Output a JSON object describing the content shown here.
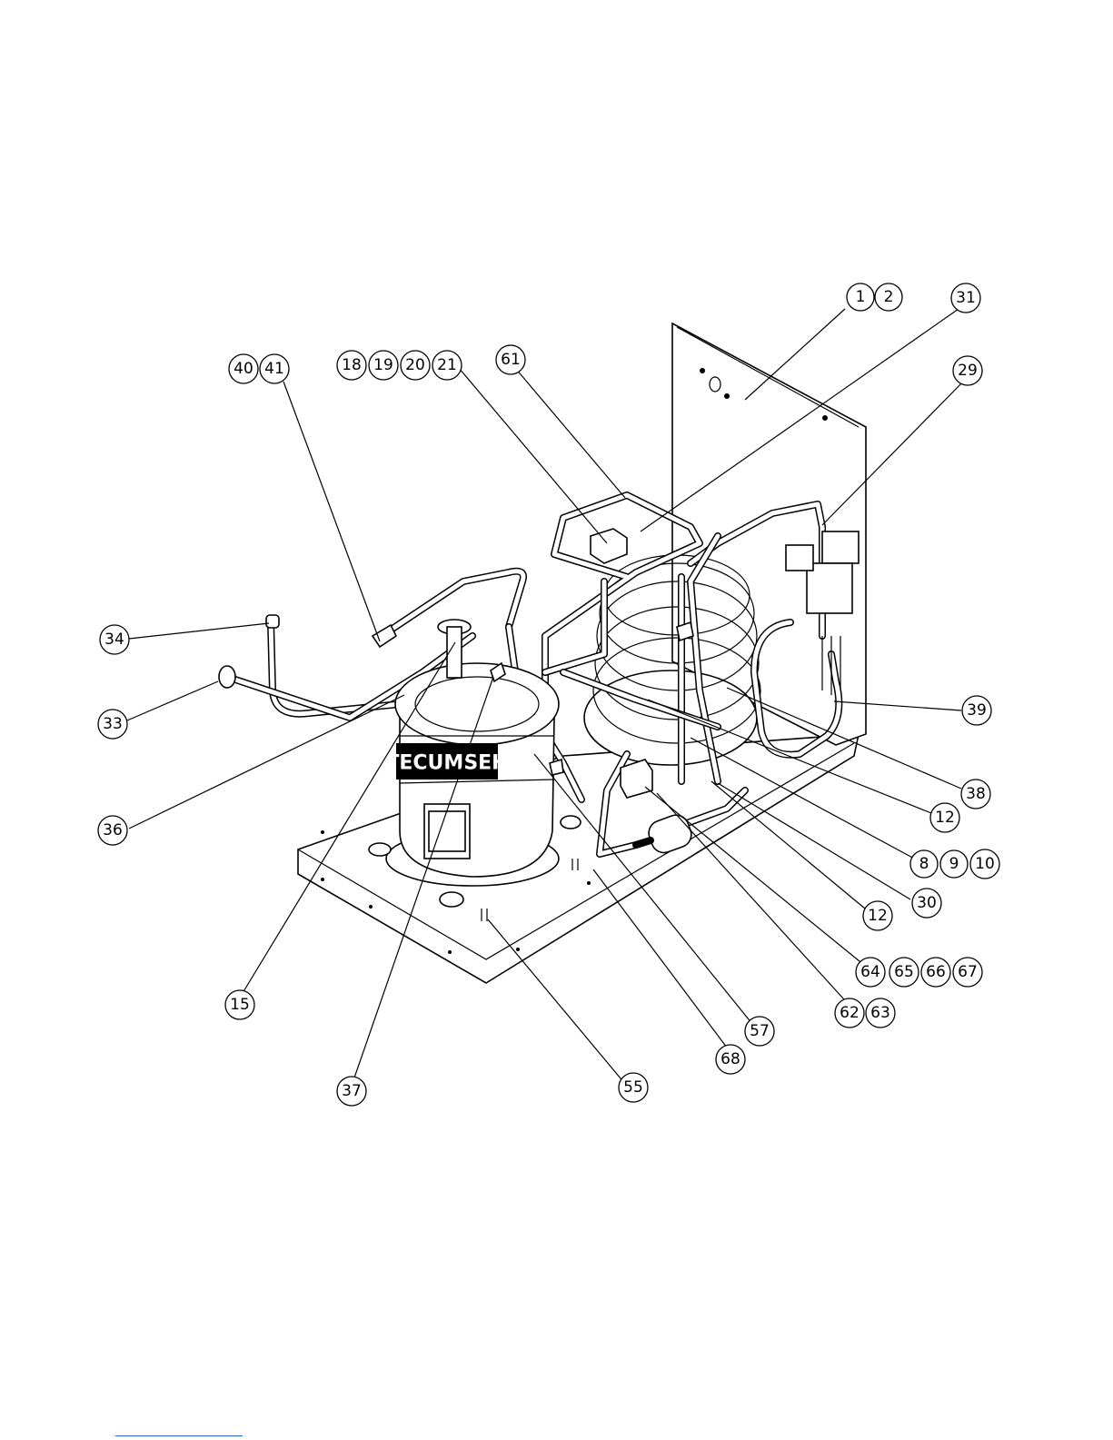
{
  "brand_text": "TECUMSEH",
  "callouts": [
    {
      "id": "c1",
      "labels": [
        "1",
        "2"
      ]
    },
    {
      "id": "c31",
      "labels": [
        "31"
      ]
    },
    {
      "id": "c29",
      "labels": [
        "29"
      ]
    },
    {
      "id": "c61",
      "labels": [
        "61"
      ]
    },
    {
      "id": "c18",
      "labels": [
        "18",
        "19",
        "20",
        "21"
      ]
    },
    {
      "id": "c40",
      "labels": [
        "40",
        "41"
      ]
    },
    {
      "id": "c34",
      "labels": [
        "34"
      ]
    },
    {
      "id": "c33",
      "labels": [
        "33"
      ]
    },
    {
      "id": "c36",
      "labels": [
        "36"
      ]
    },
    {
      "id": "c39",
      "labels": [
        "39"
      ]
    },
    {
      "id": "c38",
      "labels": [
        "38"
      ]
    },
    {
      "id": "c12a",
      "labels": [
        "12"
      ]
    },
    {
      "id": "c8",
      "labels": [
        "8",
        "9",
        "10"
      ]
    },
    {
      "id": "c30",
      "labels": [
        "30"
      ]
    },
    {
      "id": "c12b",
      "labels": [
        "12"
      ]
    },
    {
      "id": "c64",
      "labels": [
        "64",
        "65",
        "66",
        "67"
      ]
    },
    {
      "id": "c62",
      "labels": [
        "62",
        "63"
      ]
    },
    {
      "id": "c57",
      "labels": [
        "57"
      ]
    },
    {
      "id": "c68",
      "labels": [
        "68"
      ]
    },
    {
      "id": "c55",
      "labels": [
        "55"
      ]
    },
    {
      "id": "c37",
      "labels": [
        "37"
      ]
    },
    {
      "id": "c15",
      "labels": [
        "15"
      ]
    }
  ]
}
